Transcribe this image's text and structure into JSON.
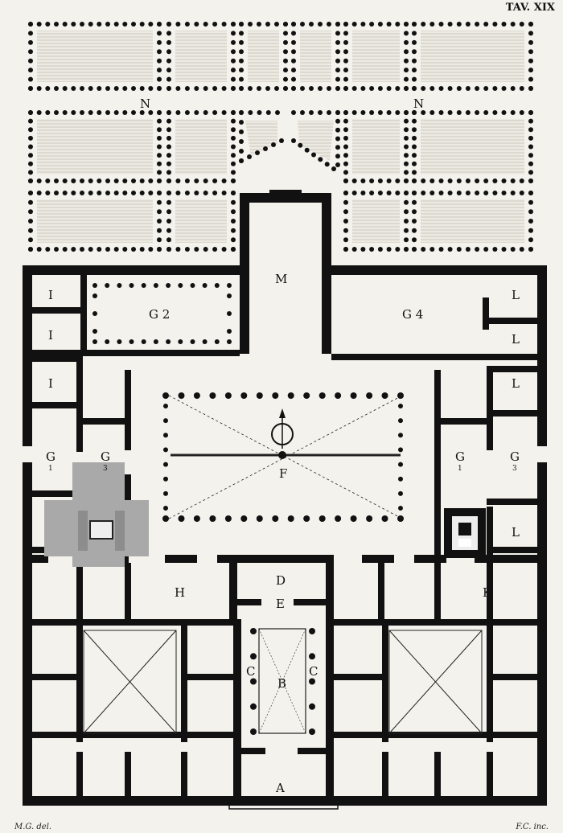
{
  "plate": {
    "number": "TAV. XIX"
  },
  "credits": {
    "left": "M.G. del.",
    "right": "F.C. inc."
  },
  "labels": {
    "garden_left": "N",
    "garden_right": "N",
    "hall": "M",
    "peristyle_left": "G 2",
    "peristyle_right": "G 4",
    "court": "F",
    "d": "D",
    "e": "E",
    "b": "B",
    "c_left": "C",
    "c_right": "C",
    "a": "A",
    "h": "H",
    "k": "K",
    "i1": "I",
    "i2": "I",
    "i3": "I",
    "l1": "L",
    "l2": "L",
    "l3": "L",
    "l4": "L",
    "g1_left": "G",
    "g1_left_sub": "1",
    "g3_left": "G",
    "g3_left_sub": "3",
    "g1_right": "G",
    "g1_right_sub": "1",
    "g3_right": "G",
    "g3_right_sub": "3"
  }
}
